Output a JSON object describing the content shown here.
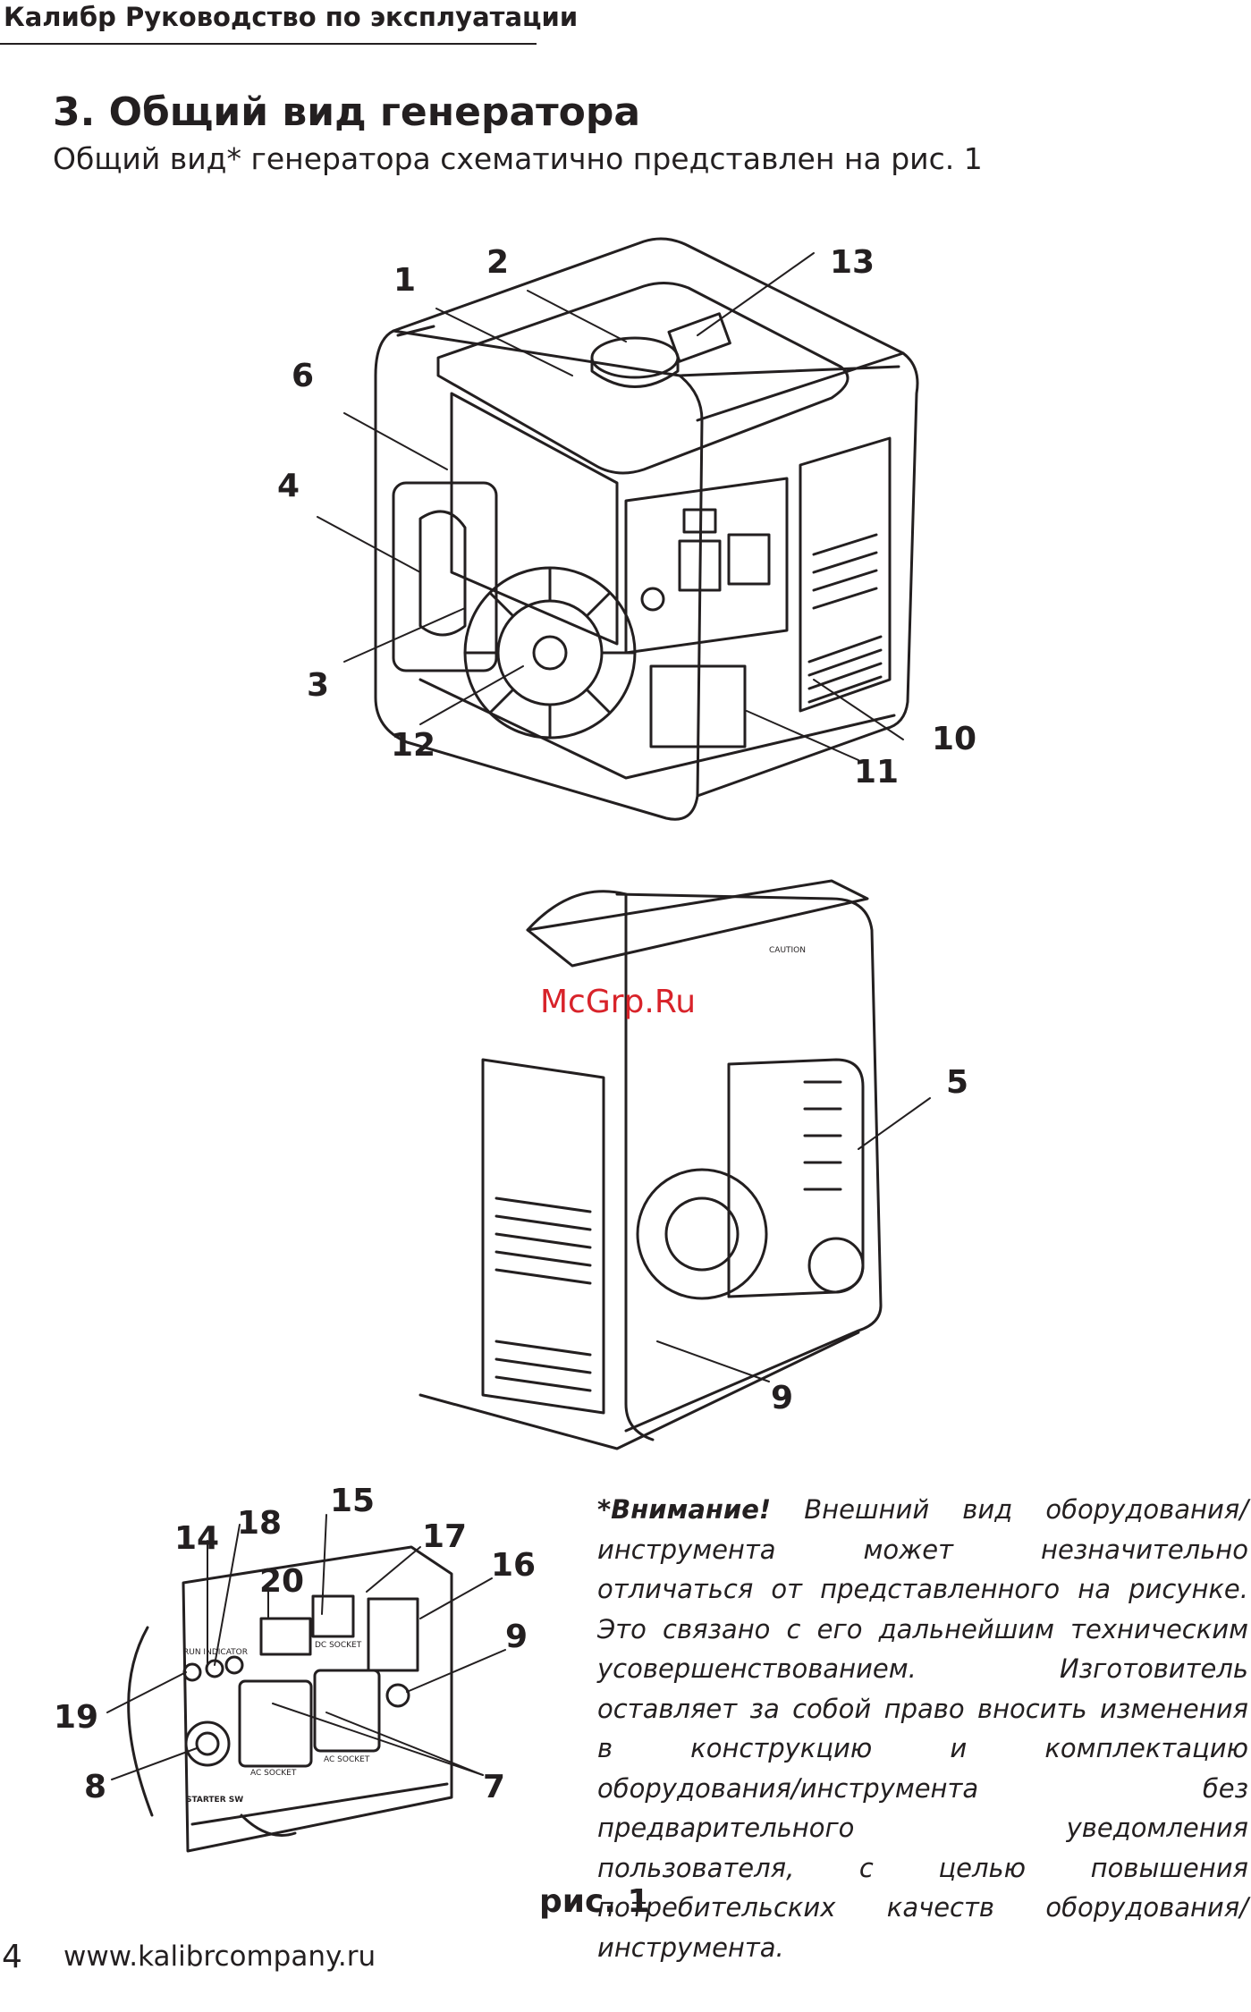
{
  "header": {
    "title": "Калибр Руководство по эксплуатации"
  },
  "section": {
    "title": "3. Общий вид генератора",
    "subtitle": "Общий вид* генератора схематично представлен на рис. 1"
  },
  "callouts": {
    "top": [
      "1",
      "2",
      "13",
      "6",
      "4",
      "3",
      "12",
      "10",
      "11"
    ],
    "middle": [
      "5",
      "9"
    ],
    "bottom": [
      "15",
      "14",
      "18",
      "17",
      "20",
      "16",
      "9",
      "19",
      "8",
      "7"
    ]
  },
  "panel_labels": {
    "run_indicator": "RUN INDICATOR",
    "starter": "STARTER SW",
    "ac_socket": "AC SOCKET",
    "dc_socket": "DC SOCKET",
    "caution": "CAUTION"
  },
  "watermark": "McGrp.Ru",
  "note": {
    "lead": "*Внимание!",
    "body": "Внешний вид оборудования/инструмента может незначительно отличаться от представленного на рисунке. Это связано с его дальнейшим техническим усовершенствованием. Изготовитель оставляет за собой право вносить изменения в конструкцию и комплектацию оборудования/инструмента без предварительного уведомления пользователя, с целью повышения потребительских качеств оборудования/инструмента."
  },
  "figure_caption": "рис. 1",
  "footer": {
    "page_number": "4",
    "url": "www.kalibrcompany.ru"
  }
}
